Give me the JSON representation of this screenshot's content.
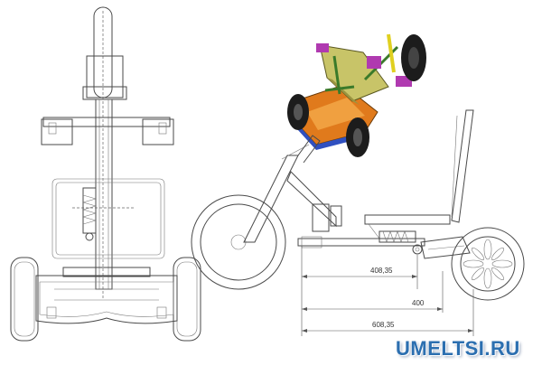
{
  "dimensions": {
    "d1": "408,35",
    "d2": "400",
    "d3": "608,35"
  },
  "watermark": "UMELTSI.RU",
  "colors": {
    "line": "#4a4a4a",
    "render_deck": "#e07a1c",
    "render_seat": "#c8c468",
    "render_frame": "#6a9a3a",
    "render_wheel": "#1c1c1c",
    "render_accent": "#b03ab0",
    "watermark": "#2c6fb0"
  }
}
